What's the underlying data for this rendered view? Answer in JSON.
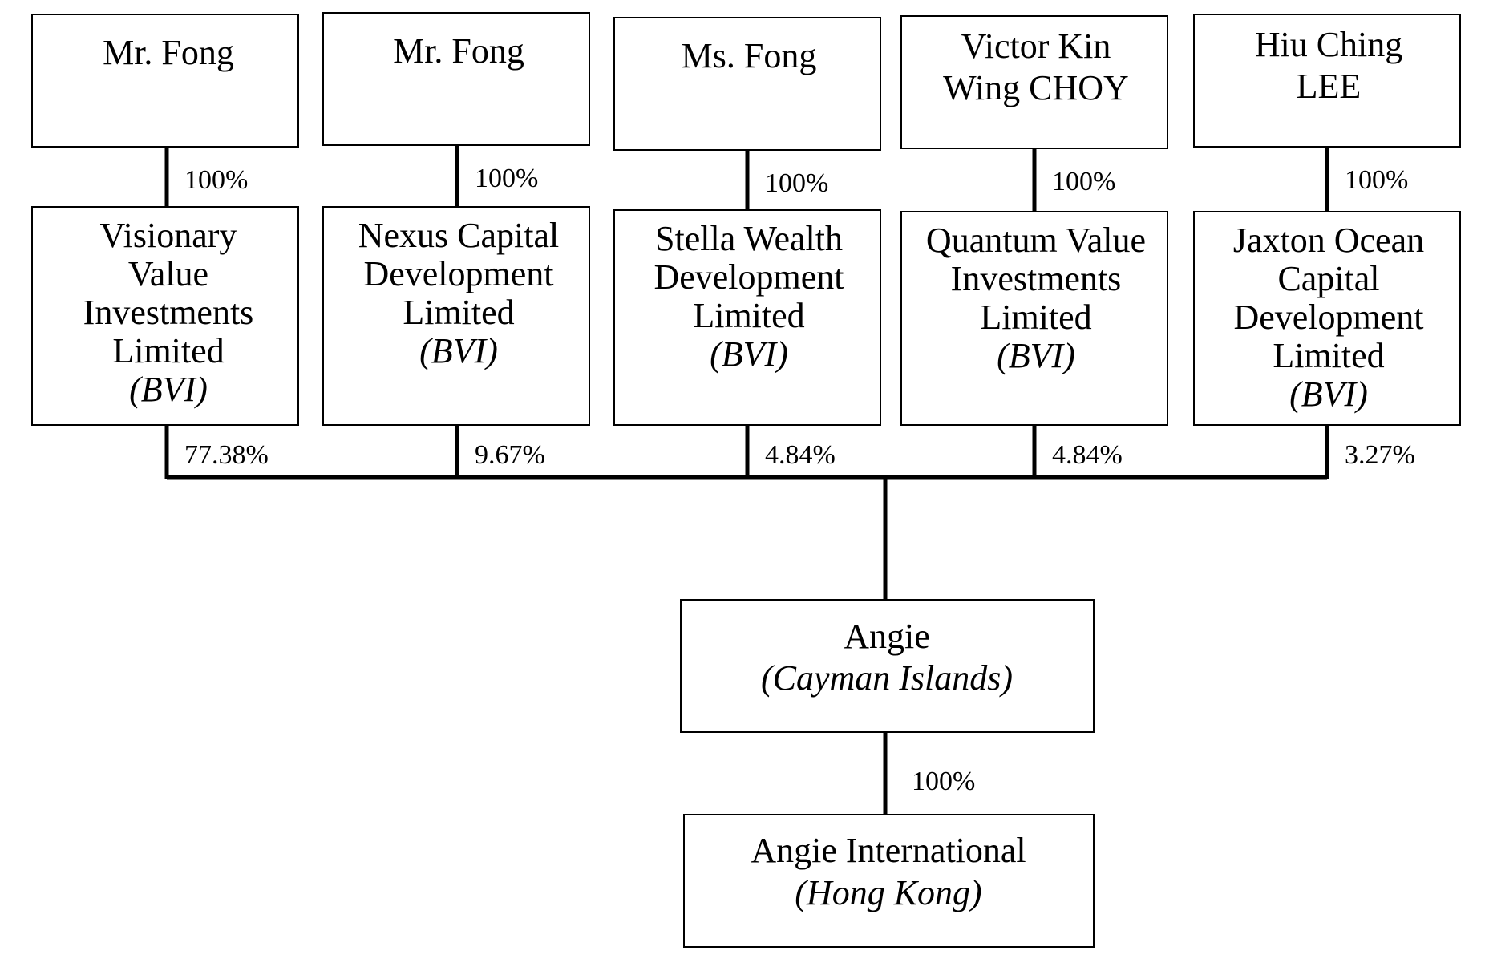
{
  "shareholders": [
    {
      "name": [
        "Mr. Fong"
      ],
      "ownership": "100%",
      "holding": {
        "name": [
          "Visionary",
          "Value",
          "Investments",
          "Limited"
        ],
        "jurisdiction": "(BVI)",
        "stake": "77.38%"
      }
    },
    {
      "name": [
        "Mr. Fong"
      ],
      "ownership": "100%",
      "holding": {
        "name": [
          "Nexus Capital",
          "Development",
          "Limited"
        ],
        "jurisdiction": "(BVI)",
        "stake": "9.67%"
      }
    },
    {
      "name": [
        "Ms. Fong"
      ],
      "ownership": "100%",
      "holding": {
        "name": [
          "Stella Wealth",
          "Development",
          "Limited"
        ],
        "jurisdiction": "(BVI)",
        "stake": "4.84%"
      }
    },
    {
      "name": [
        "Victor Kin",
        "Wing CHOY"
      ],
      "ownership": "100%",
      "holding": {
        "name": [
          "Quantum Value",
          "Investments",
          "Limited"
        ],
        "jurisdiction": "(BVI)",
        "stake": "4.84%"
      }
    },
    {
      "name": [
        "Hiu Ching",
        "LEE"
      ],
      "ownership": "100%",
      "holding": {
        "name": [
          "Jaxton Ocean",
          "Capital",
          "Development",
          "Limited"
        ],
        "jurisdiction": "(BVI)",
        "stake": "3.27%"
      }
    }
  ],
  "company": {
    "name": "Angie",
    "jurisdiction": "(Cayman Islands)"
  },
  "subsidiary": {
    "name": "Angie International",
    "jurisdiction": "(Hong Kong)",
    "ownership": "100%"
  }
}
